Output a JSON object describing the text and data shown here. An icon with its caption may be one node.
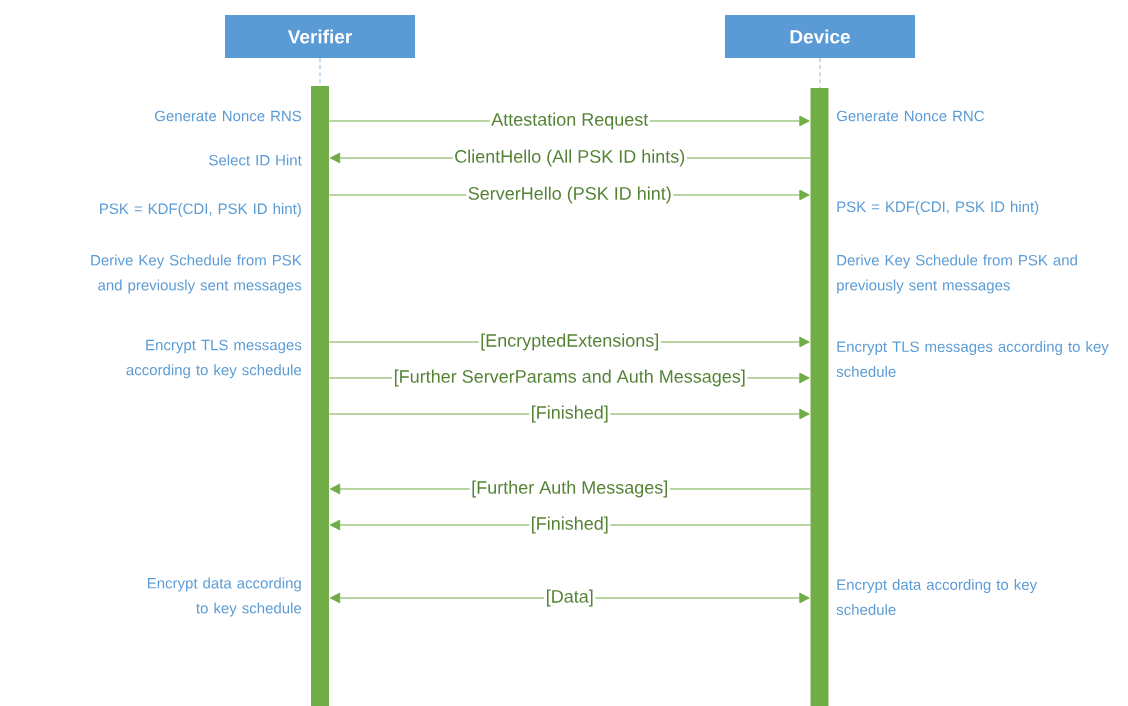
{
  "diagram": {
    "nodes": [
      {
        "text": [
          "Verifier"
        ]
      },
      {
        "text": [
          "Device"
        ]
      },
      {
        "text": [],
        "shape": "bar"
      },
      {
        "text": [],
        "shape": "bar"
      }
    ],
    "edges": [
      {
        "from": 0,
        "to": 2,
        "arrow": "none",
        "style": "dashed",
        "color": "#5b9bd5"
      },
      {
        "from": 1,
        "to": 3,
        "arrow": "none",
        "style": "dashed",
        "color": "#5b9bd5"
      },
      {
        "from": 2,
        "to": 3,
        "arrow": "to",
        "label": "Attestation Request"
      },
      {
        "from": 3,
        "to": 2,
        "arrow": "to",
        "label": "ClientHello (All PSK ID hints)"
      },
      {
        "from": 2,
        "to": 3,
        "arrow": "to",
        "label": "ServerHello (PSK ID hint)"
      },
      {
        "from": 2,
        "to": 3,
        "arrow": "to",
        "label": "[EncryptedExtensions]"
      },
      {
        "from": 2,
        "to": 3,
        "arrow": "to",
        "label": "[Further ServerParams and Auth Messages]"
      },
      {
        "from": 2,
        "to": 3,
        "arrow": "to",
        "label": "[Finished]"
      },
      {
        "from": 3,
        "to": 2,
        "arrow": "to",
        "label": "[Further Auth Messages]"
      },
      {
        "from": 3,
        "to": 2,
        "arrow": "to",
        "label": "[Finished]"
      },
      {
        "from": 2,
        "to": 3,
        "arrow": "both",
        "label": "[Data]"
      }
    ],
    "labels": [
      "Generate Nonce RNS",
      "Generate Nonce RNC",
      "Select ID Hint",
      "PSK = KDF(CDI, PSK ID hint)",
      "PSK = KDF(CDI, PSK ID hint)",
      "Derive Key Schedule from PSK and previously sent messages",
      "Derive Key Schedule from PSK and previously sent messages",
      "Encrypt TLS messages according to key schedule",
      "Encrypt TLS messages according to key schedule",
      "Encrypt data according to key schedule",
      "Encrypt data according to key schedule"
    ]
  }
}
